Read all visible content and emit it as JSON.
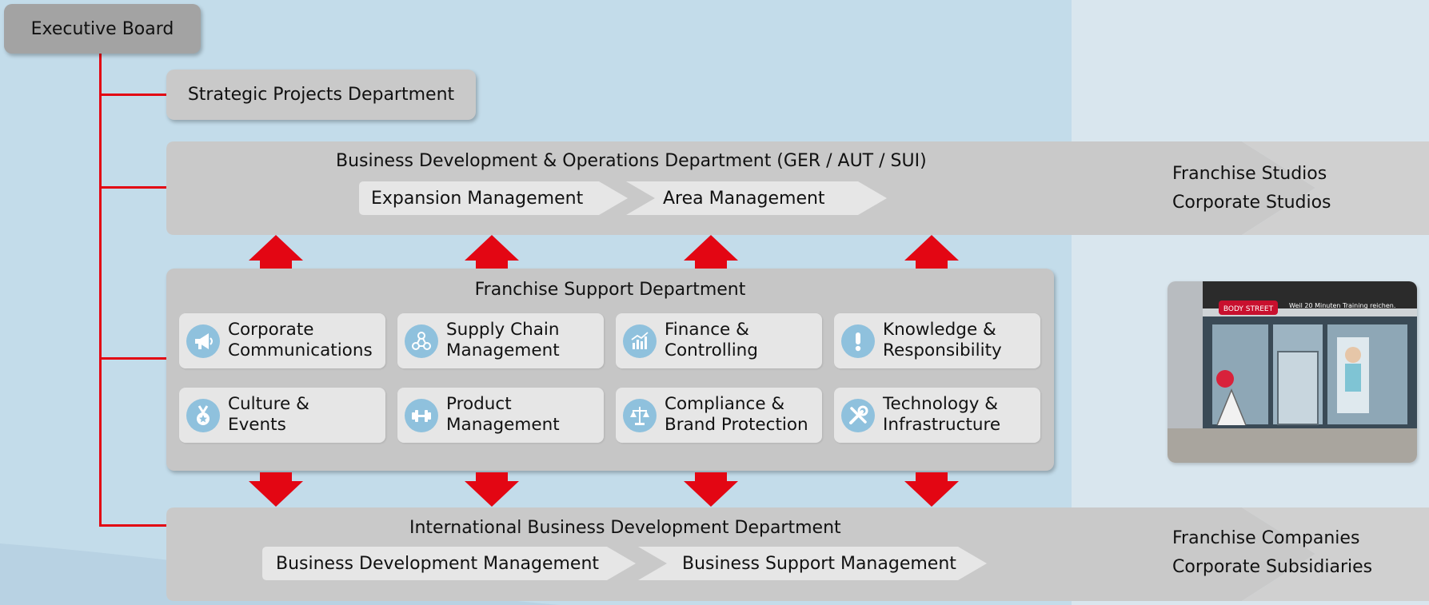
{
  "executive_board": "Executive Board",
  "strategic_projects": "Strategic Projects Department",
  "business_dev": {
    "title": "Business Development & Operations Department (GER / AUT / SUI)",
    "steps": [
      "Expansion Management",
      "Area Management"
    ],
    "outputs": [
      "Franchise Studios",
      "Corporate Studios"
    ]
  },
  "franchise_support": {
    "title": "Franchise Support Department",
    "tiles": [
      {
        "label": "Corporate\nCommunications",
        "icon": "megaphone-icon"
      },
      {
        "label": "Supply Chain\nManagement",
        "icon": "network-icon"
      },
      {
        "label": "Finance &\nControlling",
        "icon": "chart-icon"
      },
      {
        "label": "Knowledge &\nResponsibility",
        "icon": "exclamation-icon"
      },
      {
        "label": "Culture &\nEvents",
        "icon": "medal-icon"
      },
      {
        "label": "Product\nManagement",
        "icon": "dumbbell-icon"
      },
      {
        "label": "Compliance &\nBrand Protection",
        "icon": "scales-icon"
      },
      {
        "label": "Technology &\nInfrastructure",
        "icon": "tools-icon"
      }
    ]
  },
  "international": {
    "title": "International Business Development Department",
    "steps": [
      "Business Development Management",
      "Business Support Management"
    ],
    "outputs": [
      "Franchise Companies",
      "Corporate Subsidiaries"
    ]
  },
  "photo": {
    "store_sign": "BODY STREET",
    "store_slogan": "Weil 20 Minuten Training reichen."
  },
  "colors": {
    "accent_red": "#e30613",
    "background_blue": "#c3dcea",
    "box_gray": "#c9c9c9",
    "icon_blue": "#8fc1dd"
  }
}
